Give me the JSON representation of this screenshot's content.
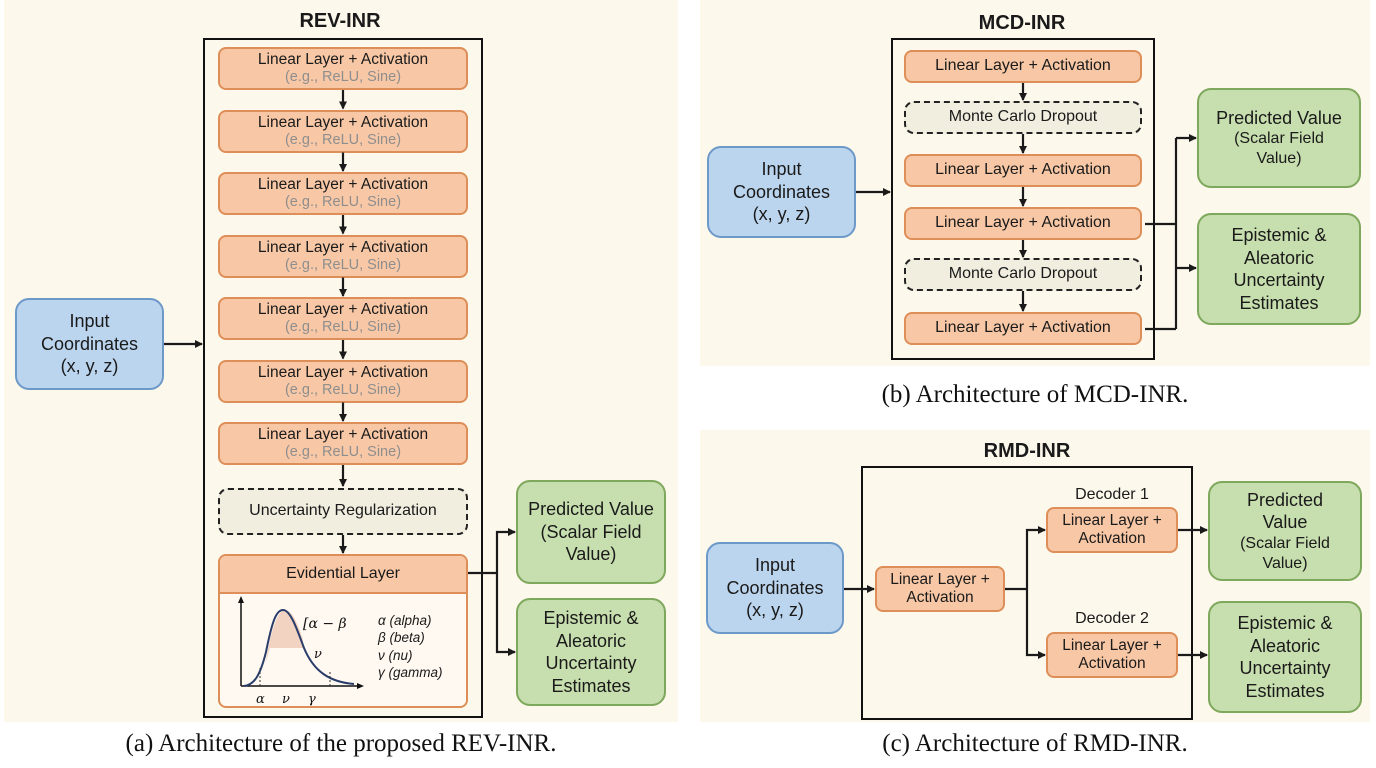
{
  "panels": {
    "rev": {
      "title": "REV-INR",
      "caption": "(a) Architecture of the proposed REV-INR.",
      "input": {
        "line1": "Input",
        "line2": "Coordinates",
        "line3": "(x, y, z)"
      },
      "layers": [
        {
          "label": "Linear Layer + Activation",
          "sub": "(e.g., ReLU, Sine)"
        },
        {
          "label": "Linear Layer + Activation",
          "sub": "(e.g., ReLU, Sine)"
        },
        {
          "label": "Linear Layer + Activation",
          "sub": "(e.g., ReLU, Sine)"
        },
        {
          "label": "Linear Layer + Activation",
          "sub": "(e.g., ReLU, Sine)"
        },
        {
          "label": "Linear Layer + Activation",
          "sub": "(e.g., ReLU, Sine)"
        },
        {
          "label": "Linear Layer + Activation",
          "sub": "(e.g., ReLU, Sine)"
        },
        {
          "label": "Linear Layer + Activation",
          "sub": "(e.g., ReLU, Sine)"
        }
      ],
      "regularization": "Uncertainty Regularization",
      "evidential": {
        "label": "Evidential Layer",
        "plot_annotation": "[α − β",
        "plot_nu": "ν",
        "axis_ticks": [
          "α",
          "ν",
          "γ"
        ],
        "params": [
          "α (alpha)",
          "β (beta)",
          "ν (nu)",
          "γ (gamma)"
        ]
      },
      "outputs": {
        "predicted": {
          "line1": "Predicted Value",
          "line2": "(Scalar Field",
          "line3": "Value)"
        },
        "uncertainty": {
          "line1": "Epistemic &",
          "line2": "Aleatoric",
          "line3": "Uncertainty",
          "line4": "Estimates"
        }
      }
    },
    "mcd": {
      "title": "MCD-INR",
      "caption": "(b) Architecture of MCD-INR.",
      "input": {
        "line1": "Input",
        "line2": "Coordinates",
        "line3": "(x, y, z)"
      },
      "stack": [
        {
          "type": "layer",
          "label": "Linear Layer + Activation"
        },
        {
          "type": "dropout",
          "label": "Monte Carlo Dropout"
        },
        {
          "type": "layer",
          "label": "Linear Layer + Activation"
        },
        {
          "type": "layer",
          "label": "Linear Layer + Activation"
        },
        {
          "type": "dropout",
          "label": "Monte Carlo Dropout"
        },
        {
          "type": "layer",
          "label": "Linear Layer + Activation"
        }
      ],
      "outputs": {
        "predicted": {
          "line1": "Predicted Value",
          "line2": "(Scalar Field",
          "line3": "Value)"
        },
        "uncertainty": {
          "line1": "Epistemic &",
          "line2": "Aleatoric",
          "line3": "Uncertainty",
          "line4": "Estimates"
        }
      }
    },
    "rmd": {
      "title": "RMD-INR",
      "caption": "(c) Architecture of RMD-INR.",
      "input": {
        "line1": "Input",
        "line2": "Coordinates",
        "line3": "(x, y, z)"
      },
      "shared": {
        "line1": "Linear Layer +",
        "line2": "Activation"
      },
      "decoder1": {
        "name": "Decoder 1",
        "line1": "Linear Layer +",
        "line2": "Activation"
      },
      "decoder2": {
        "name": "Decoder 2",
        "line1": "Linear Layer +",
        "line2": "Activation"
      },
      "outputs": {
        "predicted": {
          "line1": "Predicted",
          "line2": "Value",
          "line3": "(Scalar Field",
          "line4": "Value)"
        },
        "uncertainty": {
          "line1": "Epistemic &",
          "line2": "Aleatoric",
          "line3": "Uncertainty",
          "line4": "Estimates"
        }
      }
    }
  },
  "colors": {
    "panel_bg": "#fdf8ec",
    "layer_fill": "#f8c8a6",
    "layer_border": "#de8e58",
    "input_fill": "#bcd5ef",
    "output_fill": "#c7deae",
    "dropout_fill": "#f1eee0",
    "curve": "#2a3d6b"
  }
}
